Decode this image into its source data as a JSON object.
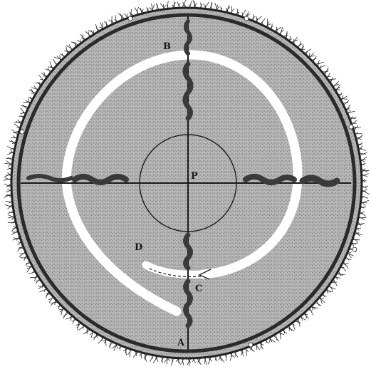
{
  "figure": {
    "labels": {
      "a": "A",
      "b": "B",
      "c": "C",
      "d": "D",
      "p": "P"
    },
    "colors": {
      "paper": "#ffffff",
      "stipple": "#9a9a9a",
      "ink": "#1a1a1a",
      "channel": "#ffffff"
    }
  }
}
